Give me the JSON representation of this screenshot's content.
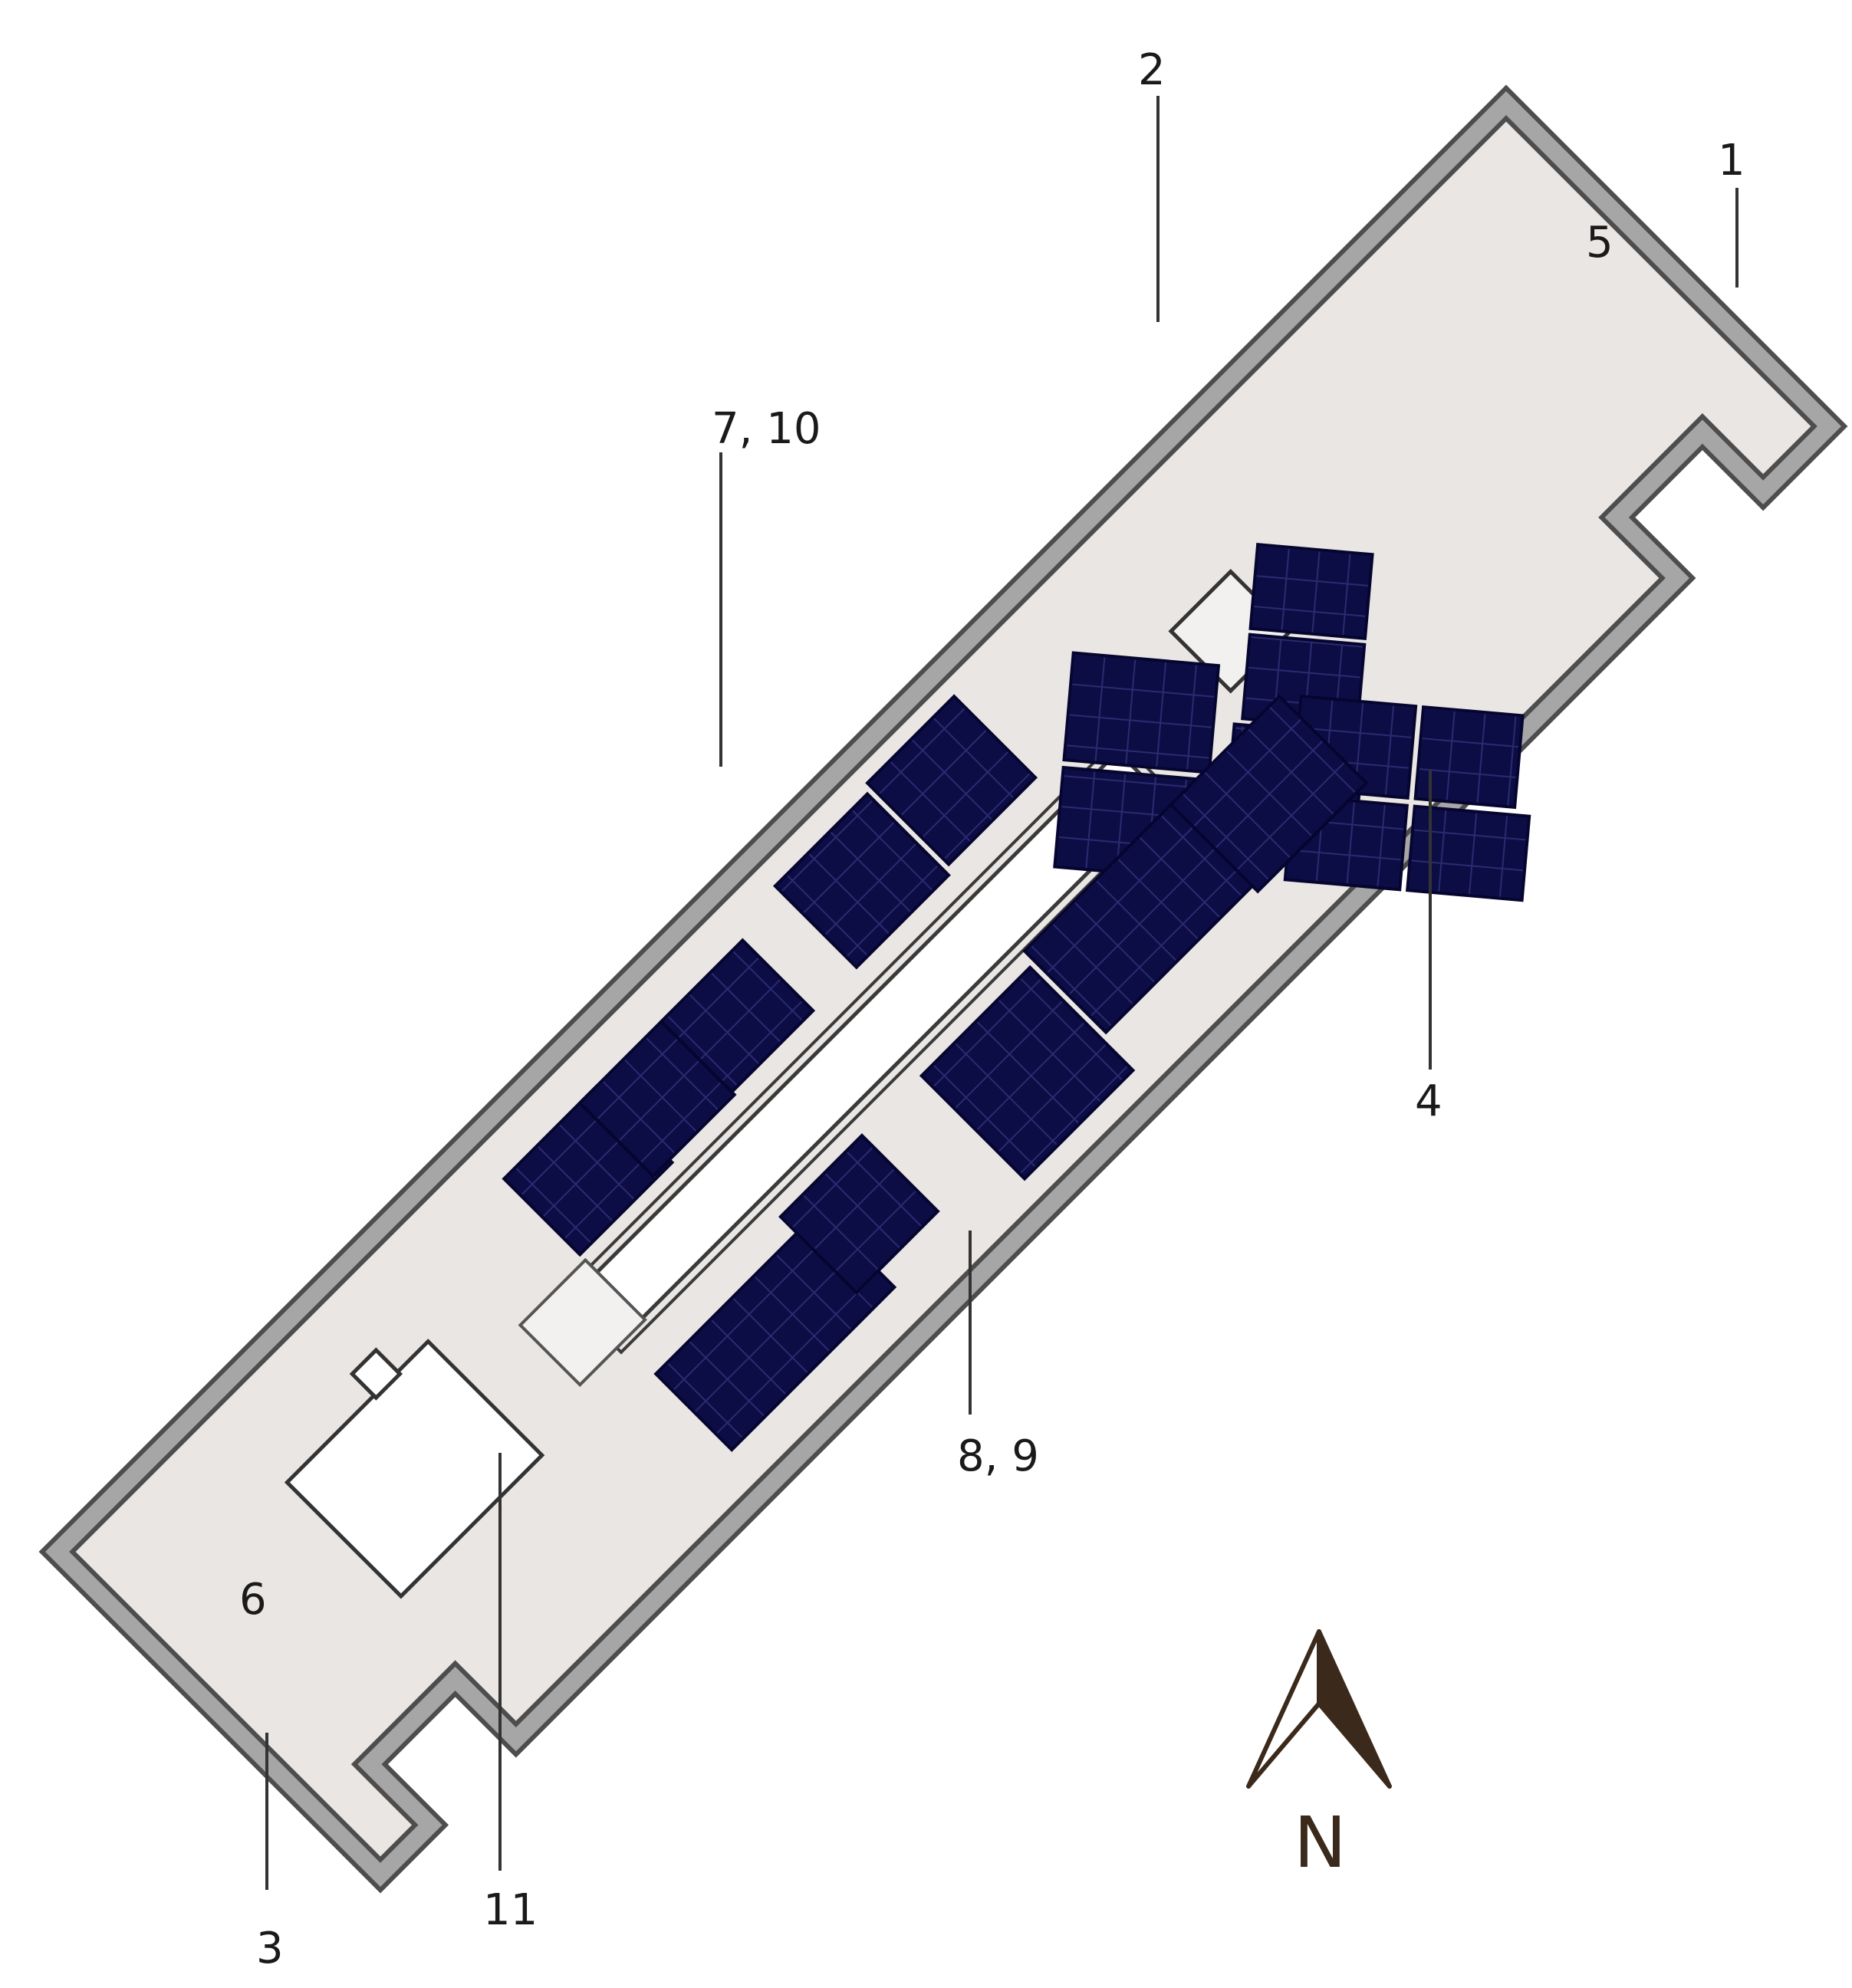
{
  "callouts": [
    {
      "id": "c1",
      "label": "1"
    },
    {
      "id": "c2",
      "label": "2"
    },
    {
      "id": "c3",
      "label": "3"
    },
    {
      "id": "c4",
      "label": "4"
    },
    {
      "id": "c5",
      "label": "5"
    },
    {
      "id": "c6",
      "label": "6"
    },
    {
      "id": "c7",
      "label": "7, 10"
    },
    {
      "id": "c8",
      "label": "8, 9"
    },
    {
      "id": "c11",
      "label": "11"
    }
  ],
  "compass": {
    "letter": "N"
  },
  "colors": {
    "roof": "#e9e6e3",
    "parapet": "#a6a6a6",
    "panel": "#0d0d45",
    "panel_grid": "#2a2a70",
    "skylight": "#ffffff",
    "unit": "#f2f1ef",
    "compass": "#3b2a1c"
  }
}
